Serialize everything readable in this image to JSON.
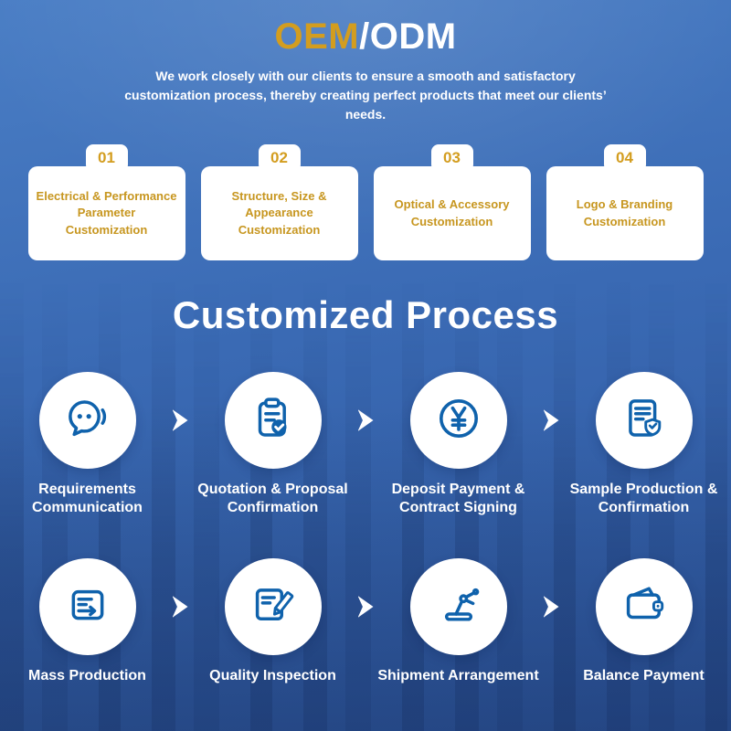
{
  "colors": {
    "gold": "#D39D1F",
    "card_text_gold": "#C7961F",
    "icon_blue": "#0F62AC",
    "background_blue_top": "#4A7EC5",
    "background_blue_bottom": "#2E579F",
    "text_white": "#FFFFFF"
  },
  "header": {
    "title_gold": "OEM",
    "title_rest": "/ODM",
    "subtitle": "We work closely with our clients to ensure a smooth and satisfactory customization process, thereby creating perfect products that meet our clients’ needs."
  },
  "cards": [
    {
      "number": "01",
      "label": "Electrical & Performance Parameter Customization"
    },
    {
      "number": "02",
      "label": "Structure, Size & Appearance Customization"
    },
    {
      "number": "03",
      "label": "Optical & Accessory Customization"
    },
    {
      "number": "04",
      "label": "Logo & Branding Customization"
    }
  ],
  "process": {
    "title": "Customized Process",
    "rows": [
      [
        {
          "icon": "chat-bubble-icon",
          "label": "Requirements Communication"
        },
        {
          "icon": "clipboard-check-icon",
          "label": "Quotation & Proposal Confirmation"
        },
        {
          "icon": "yen-coin-icon",
          "label": "Deposit Payment & Contract Signing"
        },
        {
          "icon": "document-shield-icon",
          "label": "Sample Production & Confirmation"
        }
      ],
      [
        {
          "icon": "production-box-icon",
          "label": "Mass Production"
        },
        {
          "icon": "document-pencil-icon",
          "label": "Quality Inspection"
        },
        {
          "icon": "robot-arm-icon",
          "label": "Shipment Arrangement"
        },
        {
          "icon": "wallet-icon",
          "label": "Balance Payment"
        }
      ]
    ]
  }
}
